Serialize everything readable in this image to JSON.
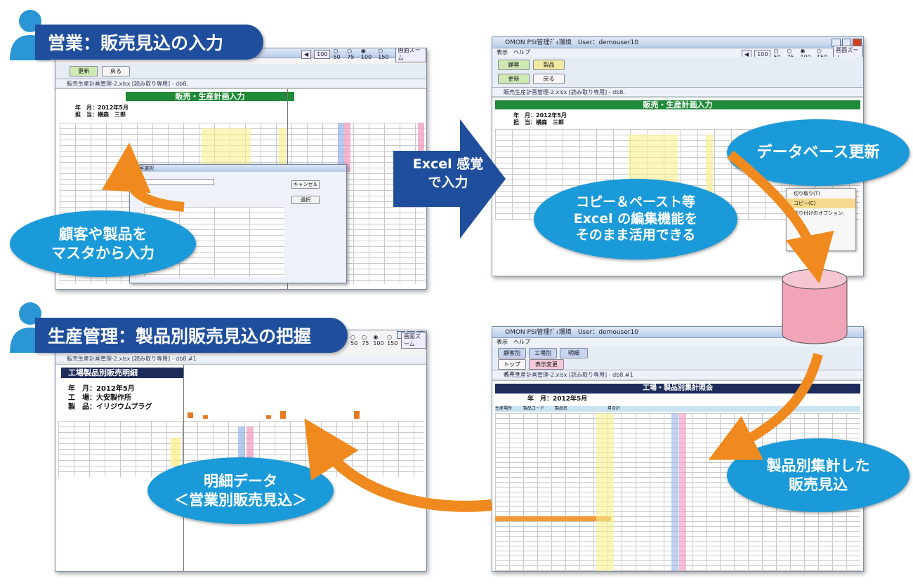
{
  "panels": {
    "sales": {
      "heading": "営業：販売見込の入力",
      "sheet_title": "販売・生産計画入力",
      "buttons": [
        "更新",
        "戻る"
      ],
      "doc": "販売生産計画管理-2.xlsx [読み取り専用] - db8.",
      "meta": "年　月：2012年5月\n担　当：横森　三郎",
      "dialog_title": "顧客選択",
      "dialog_buttons": [
        "キャンセル",
        "選択"
      ],
      "balloon": [
        "顧客や製品を",
        "マスタから入力"
      ]
    },
    "excel": {
      "menu": "表示　ヘルプ",
      "title": "OMON PSI管理ﾃﾞｨ環境　User：demouser10",
      "buttons_row1": [
        "顧客",
        "製品"
      ],
      "buttons_row2": [
        "更新",
        "戻る"
      ],
      "doc": "販売生産計画管理-2.xlsx [読み取り専用] - db8.",
      "sheet_title": "販売・生産計画入力",
      "meta": "年　月：2012年5月\n担　当：横森　三郎",
      "balloon": [
        "コピー＆ペースト等",
        "Excel の編集機能を",
        "そのまま活用できる"
      ],
      "db_balloon": "データベース更新",
      "menu_items": [
        "切り取り(T)",
        "コピー(C)",
        "貼り付けのオプション:"
      ]
    },
    "production": {
      "heading": "生産管理：製品別販売見込の把握",
      "doc": "販売生産計画管理-2.xlsx [読み取り専用] - db8.#1",
      "sheet_title": "工場製品別販売明細",
      "meta": "年　月：2012年5月\n工　場：大安製作所\n製　品：イリジウムプラグ",
      "balloon": [
        "明細データ",
        "＜営業別販売見込＞"
      ]
    },
    "factory": {
      "title": "OMON PSI管理ﾃﾞｨ環境　User：demouser10",
      "menu": "表示　ヘルプ",
      "buttons_row1": [
        "顧客別",
        "工場別",
        "明細"
      ],
      "buttons_row2": [
        "トップメニュー",
        "表示変更"
      ],
      "doc": "販売生産計画管理-2.xlsx [読み取り専用] - db8.#1",
      "sheet_title": "工場・製品別集計照会",
      "meta": "年　月：2012年5月",
      "header": [
        "生産場所",
        "製品コード",
        "製品名",
        "月合計"
      ],
      "balloon": [
        "製品別集計した",
        "販売見込"
      ]
    }
  },
  "center_arrow": [
    "Excel 感覚",
    "で入力"
  ],
  "zoom": {
    "options": [
      "50",
      "75",
      "100",
      "150"
    ],
    "reset": "画面ズーム",
    "value": "100"
  },
  "colors": {
    "blue_balloon": "#1a9ad8",
    "title_pill": "#1f4e9c",
    "arrow_orange": "#f08a1e",
    "center_arrow": "#1f4e9c",
    "db_pink": "#f1a3b7"
  }
}
